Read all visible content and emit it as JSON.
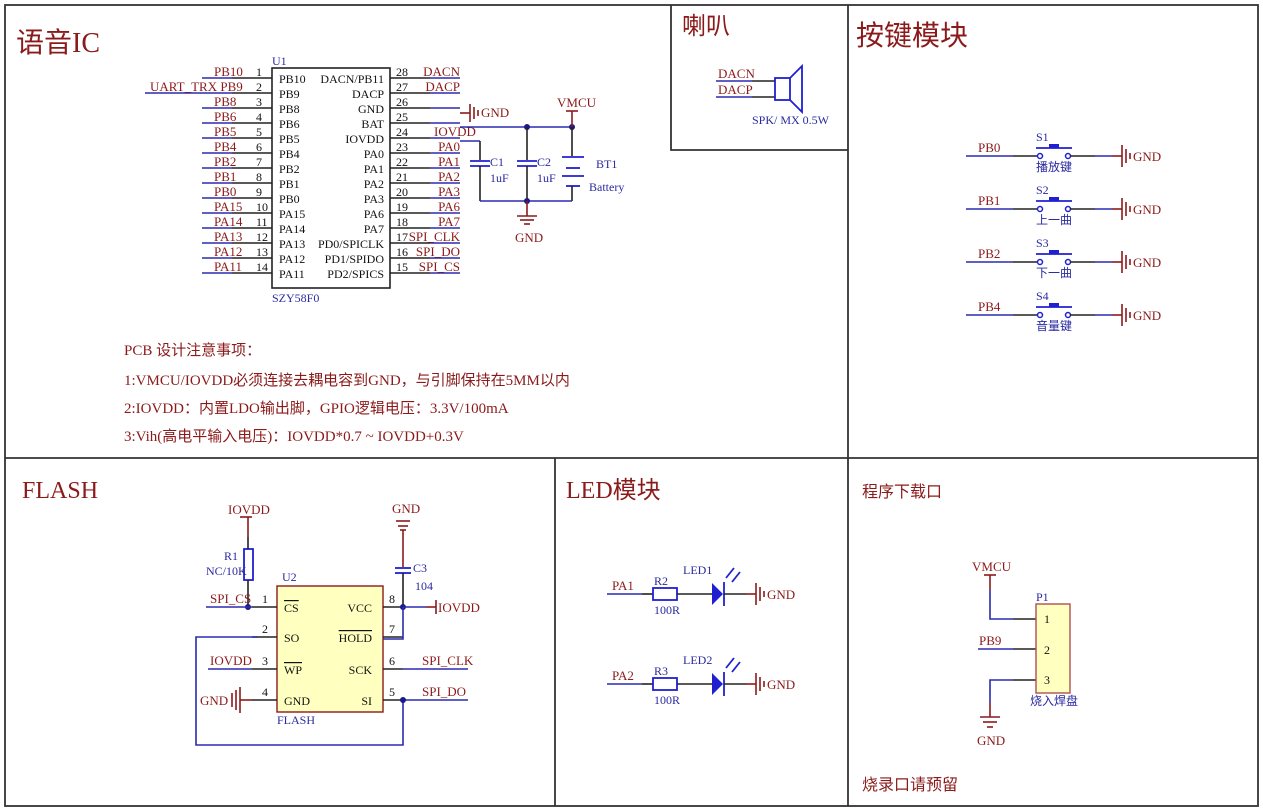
{
  "sections": {
    "voice_ic": {
      "title": "语音IC"
    },
    "speaker": {
      "title": "喇叭"
    },
    "keys": {
      "title": "按键模块"
    },
    "flash": {
      "title": "FLASH"
    },
    "led": {
      "title": "LED模块"
    },
    "download": {
      "title": "程序下载口",
      "footer": "烧录口请预留"
    }
  },
  "u1": {
    "designator": "U1",
    "part": "SZY58F0",
    "left_pins": [
      {
        "num": "1",
        "name": "PB10",
        "net": "PB10"
      },
      {
        "num": "2",
        "name": "PB9",
        "net": "UART_TRX PB9"
      },
      {
        "num": "3",
        "name": "PB8",
        "net": "PB8"
      },
      {
        "num": "4",
        "name": "PB6",
        "net": "PB6"
      },
      {
        "num": "5",
        "name": "PB5",
        "net": "PB5"
      },
      {
        "num": "6",
        "name": "PB4",
        "net": "PB4"
      },
      {
        "num": "7",
        "name": "PB2",
        "net": "PB2"
      },
      {
        "num": "8",
        "name": "PB1",
        "net": "PB1"
      },
      {
        "num": "9",
        "name": "PB0",
        "net": "PB0"
      },
      {
        "num": "10",
        "name": "PA15",
        "net": "PA15"
      },
      {
        "num": "11",
        "name": "PA14",
        "net": "PA14"
      },
      {
        "num": "12",
        "name": "PA13",
        "net": "PA13"
      },
      {
        "num": "13",
        "name": "PA12",
        "net": "PA12"
      },
      {
        "num": "14",
        "name": "PA11",
        "net": "PA11"
      }
    ],
    "right_pins": [
      {
        "num": "28",
        "name": "DACN/PB11",
        "net": "DACN"
      },
      {
        "num": "27",
        "name": "DACP",
        "net": "DACP"
      },
      {
        "num": "26",
        "name": "GND",
        "net": ""
      },
      {
        "num": "25",
        "name": "BAT",
        "net": ""
      },
      {
        "num": "24",
        "name": "IOVDD",
        "net": "IOVDD"
      },
      {
        "num": "23",
        "name": "PA0",
        "net": "PA0"
      },
      {
        "num": "22",
        "name": "PA1",
        "net": "PA1"
      },
      {
        "num": "21",
        "name": "PA2",
        "net": "PA2"
      },
      {
        "num": "20",
        "name": "PA3",
        "net": "PA3"
      },
      {
        "num": "19",
        "name": "PA6",
        "net": "PA6"
      },
      {
        "num": "18",
        "name": "PA7",
        "net": "PA7"
      },
      {
        "num": "17",
        "name": "PD0/SPICLK",
        "net": "SPI_CLK"
      },
      {
        "num": "16",
        "name": "PD1/SPIDO",
        "net": "SPI_DO"
      },
      {
        "num": "15",
        "name": "PD2/SPICS",
        "net": "SPI_CS"
      }
    ],
    "gnd_label": "GND",
    "vmcu_label": "VMCU",
    "c1": {
      "des": "C1",
      "value": "1uF"
    },
    "c2": {
      "des": "C2",
      "value": "1uF"
    },
    "bt1": {
      "des": "BT1",
      "value": "Battery"
    },
    "gnd_bottom": "GND"
  },
  "notes": {
    "heading": "PCB 设计注意事项：",
    "lines": [
      "1:VMCU/IOVDD必须连接去耦电容到GND，与引脚保持在5MM以内",
      "2:IOVDD：内置LDO输出脚，GPIO逻辑电压：3.3V/100mA",
      "3:Vih(高电平输入电压)：IOVDD*0.7 ~ IOVDD+0.3V"
    ]
  },
  "speaker": {
    "net_n": "DACN",
    "net_p": "DACP",
    "label": "SPK/ MX 0.5W"
  },
  "keys": [
    {
      "net": "PB0",
      "des": "S1",
      "label": "播放键",
      "gnd": "GND"
    },
    {
      "net": "PB1",
      "des": "S2",
      "label": "上一曲",
      "gnd": "GND"
    },
    {
      "net": "PB2",
      "des": "S3",
      "label": "下一曲",
      "gnd": "GND"
    },
    {
      "net": "PB4",
      "des": "S4",
      "label": "音量键",
      "gnd": "GND"
    }
  ],
  "flash": {
    "designator": "U2",
    "part": "FLASH",
    "r1": {
      "des": "R1",
      "value": "NC/10K"
    },
    "c3": {
      "des": "C3",
      "value": "104"
    },
    "iovdd_top": "IOVDD",
    "gnd_top": "GND",
    "iovdd_right": "IOVDD",
    "left_pins": [
      {
        "num": "1",
        "name": "CS",
        "net": "SPI_CS",
        "overline": true
      },
      {
        "num": "2",
        "name": "SO",
        "net": "",
        "overline": false
      },
      {
        "num": "3",
        "name": "WP",
        "net": "IOVDD",
        "overline": true
      },
      {
        "num": "4",
        "name": "GND",
        "net": "GND",
        "overline": false
      }
    ],
    "right_pins": [
      {
        "num": "8",
        "name": "VCC",
        "net": "",
        "overline": false
      },
      {
        "num": "7",
        "name": "HOLD",
        "net": "",
        "overline": true
      },
      {
        "num": "6",
        "name": "SCK",
        "net": "SPI_CLK",
        "overline": false
      },
      {
        "num": "5",
        "name": "SI",
        "net": "SPI_DO",
        "overline": false
      }
    ]
  },
  "leds": [
    {
      "net": "PA1",
      "r_des": "R2",
      "r_value": "100R",
      "led_des": "LED1",
      "gnd": "GND"
    },
    {
      "net": "PA2",
      "r_des": "R3",
      "r_value": "100R",
      "led_des": "LED2",
      "gnd": "GND"
    }
  ],
  "download": {
    "designator": "P1",
    "part": "烧入焊盘",
    "vmcu": "VMCU",
    "pb9": "PB9",
    "gnd": "GND",
    "pins": [
      "1",
      "2",
      "3"
    ]
  }
}
